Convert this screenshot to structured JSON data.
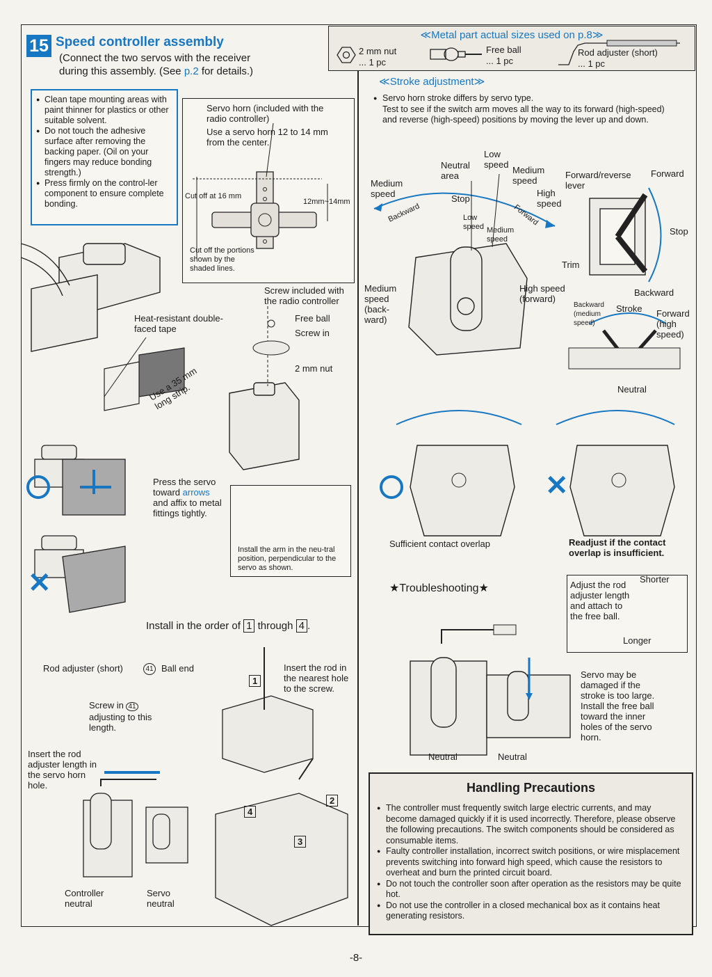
{
  "header": {
    "step_number": "15",
    "title": "Speed controller assembly",
    "subtitle_line1": "(Connect the two servos with the receiver",
    "subtitle_line2a": "during this assembly. (See ",
    "subtitle_link": "p.2",
    "subtitle_line2b": " for details.)"
  },
  "metal_parts": {
    "title": "≪Metal part actual sizes used on p.8≫",
    "parts": [
      {
        "name": "2 mm nut",
        "qty": "... 1 pc"
      },
      {
        "name": "Free ball",
        "qty": "... 1 pc"
      },
      {
        "name": "Rod adjuster (short)",
        "qty": "... 1 pc"
      }
    ]
  },
  "tips": [
    "Clean tape mounting areas with paint thinner for plastics or other suitable solvent.",
    "Do not touch the adhesive surface after removing the backing paper. (Oil on your fingers may reduce bonding strength.)",
    "Press firmly on the control-ler component to ensure complete bonding."
  ],
  "servo_horn_box": {
    "line1": "Servo horn (included with the radio controller)",
    "line2": "Use a servo horn 12 to 14 mm from the center.",
    "cut_off": "Cut off at 16 mm",
    "range": "12mm~14mm",
    "cut_note": "Cut off the portions shown by the shaded lines."
  },
  "left_labels": {
    "screw_included": "Screw included with the radio controller",
    "free_ball": "Free ball",
    "screw_in": "Screw in",
    "nut": "2 mm nut",
    "tape": "Heat-resistant double-faced tape",
    "strip": "Use a 35 mm long strip.",
    "press_a": "Press the servo toward ",
    "press_arrows": "arrows",
    "press_b": " and affix to metal fittings tightly.",
    "neutral_note": "Install the arm in the neu-tral position, perpendicular to the servo as shown.",
    "order_a": "Install in the order of ",
    "order_1": "1",
    "order_mid": " through ",
    "order_4": "4",
    "order_end": ".",
    "rod_adjuster": "Rod adjuster (short)",
    "part_41": "41",
    "ball_end": "Ball end",
    "screw_in_41a": "Screw in ",
    "screw_in_41b": " adjusting to this length.",
    "insert_rod": "Insert the rod adjuster length in the servo horn hole.",
    "insert_nearest": "Insert the rod in the nearest hole to the screw.",
    "controller_neutral": "Controller neutral",
    "servo_neutral": "Servo neutral",
    "step1": "1",
    "step2": "2",
    "step3": "3",
    "step4": "4"
  },
  "stroke": {
    "title": "≪Stroke adjustment≫",
    "intro1": "Servo horn stroke differs by servo type.",
    "intro2": "Test to see if the switch arm moves all the way to its forward (high-speed) and reverse (high-speed) positions by moving the lever up and down.",
    "low_speed": "Low speed",
    "neutral_area": "Neutral area",
    "medium_speed": "Medium speed",
    "medium_speed_r": "Medium speed",
    "high_speed": "High speed",
    "stop": "Stop",
    "backward": "Backward",
    "forward": "Forward",
    "low_speed_inner": "Low speed",
    "medium_speed_inner": "Medium speed",
    "medium_back": "Medium speed (back-ward)",
    "high_forward": "High speed (forward)",
    "fr_lever": "Forward/reverse lever",
    "forward_r": "Forward",
    "stop_r": "Stop",
    "trim": "Trim",
    "backward_r": "Backward",
    "stroke_lbl": "Stroke",
    "backward_medium": "Backward (medium speed)",
    "forward_high": "Forward (high speed)",
    "neutral": "Neutral"
  },
  "overlap": {
    "ok_label": "Sufficient contact overlap",
    "bad_label": "Readjust if the contact overlap is insufficient."
  },
  "troubleshooting": {
    "title": "★Troubleshooting★",
    "adjust_note": "Adjust the rod adjuster length and attach to the free ball.",
    "shorter": "Shorter",
    "longer": "Longer",
    "servo_note": "Servo may be damaged if the stroke is too large. Install the free ball toward the inner holes of the servo horn.",
    "neutral_left": "Neutral",
    "neutral_right": "Neutral"
  },
  "handling": {
    "title": "Handling Precautions",
    "items": [
      "The controller must frequently switch large electric currents, and may become damaged quickly if it is used incorrectly. Therefore, please observe the following precautions. The switch components should be considered as consumable items.",
      "Faulty controller installation, incorrect switch positions, or wire misplacement prevents switching into forward high speed, which cause the resistors to overheat and burn the printed circuit board.",
      "Do not touch the controller soon after operation as the resistors may be quite hot.",
      "Do not use the controller in a closed mechanical box as it contains heat generating resistors."
    ]
  },
  "page_number": "-8-",
  "colors": {
    "accent": "#1777c2",
    "paper": "#f4f3ee"
  }
}
